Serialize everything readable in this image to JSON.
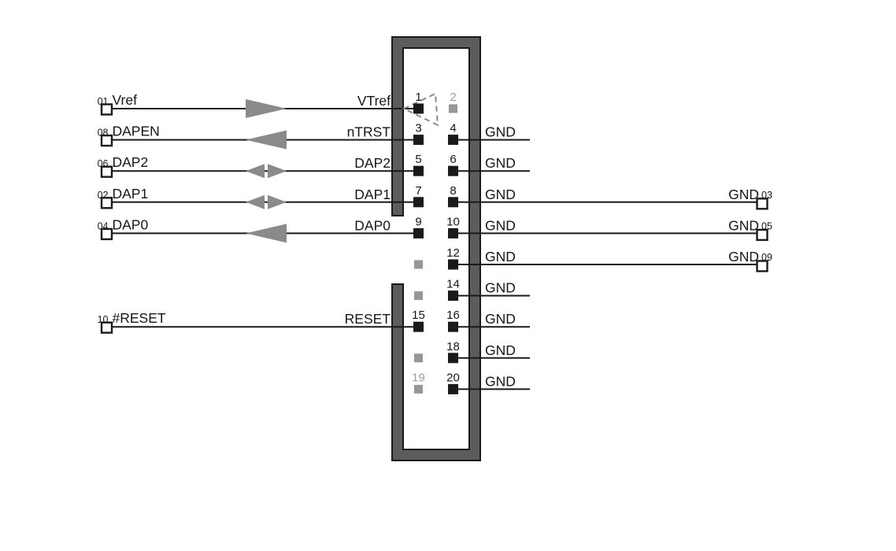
{
  "colors": {
    "line": "#1a1a1a",
    "text": "#161616",
    "shroud_fill": "#5c5c5c",
    "arrow": "#8a8a8a",
    "inactive_pin": "#979797",
    "inactive_text": "#9c9c9c",
    "terminal_fill": "#ffffff"
  },
  "left_signals": [
    {
      "row": 0,
      "terminal_number": "01",
      "name": "Vref",
      "connector_label": "VTref",
      "direction": "right"
    },
    {
      "row": 1,
      "terminal_number": "08",
      "name": "DAPEN",
      "connector_label": "nTRST",
      "direction": "left"
    },
    {
      "row": 2,
      "terminal_number": "06",
      "name": "DAP2",
      "connector_label": "DAP2",
      "direction": "both"
    },
    {
      "row": 3,
      "terminal_number": "02",
      "name": "DAP1",
      "connector_label": "DAP1",
      "direction": "both"
    },
    {
      "row": 4,
      "terminal_number": "04",
      "name": "DAP0",
      "connector_label": "DAP0",
      "direction": "left"
    },
    {
      "row": 7,
      "terminal_number": "10",
      "name": "#RESET",
      "connector_label": "RESET",
      "direction": "none"
    }
  ],
  "connector": {
    "pin1_marker": "dashed-triangle",
    "rows": [
      {
        "left": {
          "number": "1",
          "connected": true
        },
        "right": {
          "number": "2",
          "connected": false
        }
      },
      {
        "left": {
          "number": "3",
          "connected": true
        },
        "right": {
          "number": "4",
          "connected": true
        }
      },
      {
        "left": {
          "number": "5",
          "connected": true
        },
        "right": {
          "number": "6",
          "connected": true
        }
      },
      {
        "left": {
          "number": "7",
          "connected": true
        },
        "right": {
          "number": "8",
          "connected": true
        }
      },
      {
        "left": {
          "number": "9",
          "connected": true
        },
        "right": {
          "number": "10",
          "connected": true
        }
      },
      {
        "left": {
          "number": "",
          "connected": false
        },
        "right": {
          "number": "12",
          "connected": true
        }
      },
      {
        "left": {
          "number": "",
          "connected": false
        },
        "right": {
          "number": "14",
          "connected": true
        }
      },
      {
        "left": {
          "number": "15",
          "connected": true
        },
        "right": {
          "number": "16",
          "connected": true
        }
      },
      {
        "left": {
          "number": "",
          "connected": false
        },
        "right": {
          "number": "18",
          "connected": true
        }
      },
      {
        "left": {
          "number": "19",
          "connected": false
        },
        "right": {
          "number": "20",
          "connected": true
        }
      }
    ]
  },
  "right_signals": [
    {
      "row": 1,
      "label": "GND",
      "terminal_number": null
    },
    {
      "row": 2,
      "label": "GND",
      "terminal_number": null
    },
    {
      "row": 3,
      "label": "GND",
      "terminal_number": "03"
    },
    {
      "row": 4,
      "label": "GND",
      "terminal_number": "05"
    },
    {
      "row": 5,
      "label": "GND",
      "terminal_number": "09"
    },
    {
      "row": 6,
      "label": "GND",
      "terminal_number": null
    },
    {
      "row": 7,
      "label": "GND",
      "terminal_number": null
    },
    {
      "row": 8,
      "label": "GND",
      "terminal_number": null
    },
    {
      "row": 9,
      "label": "GND",
      "terminal_number": null
    }
  ]
}
